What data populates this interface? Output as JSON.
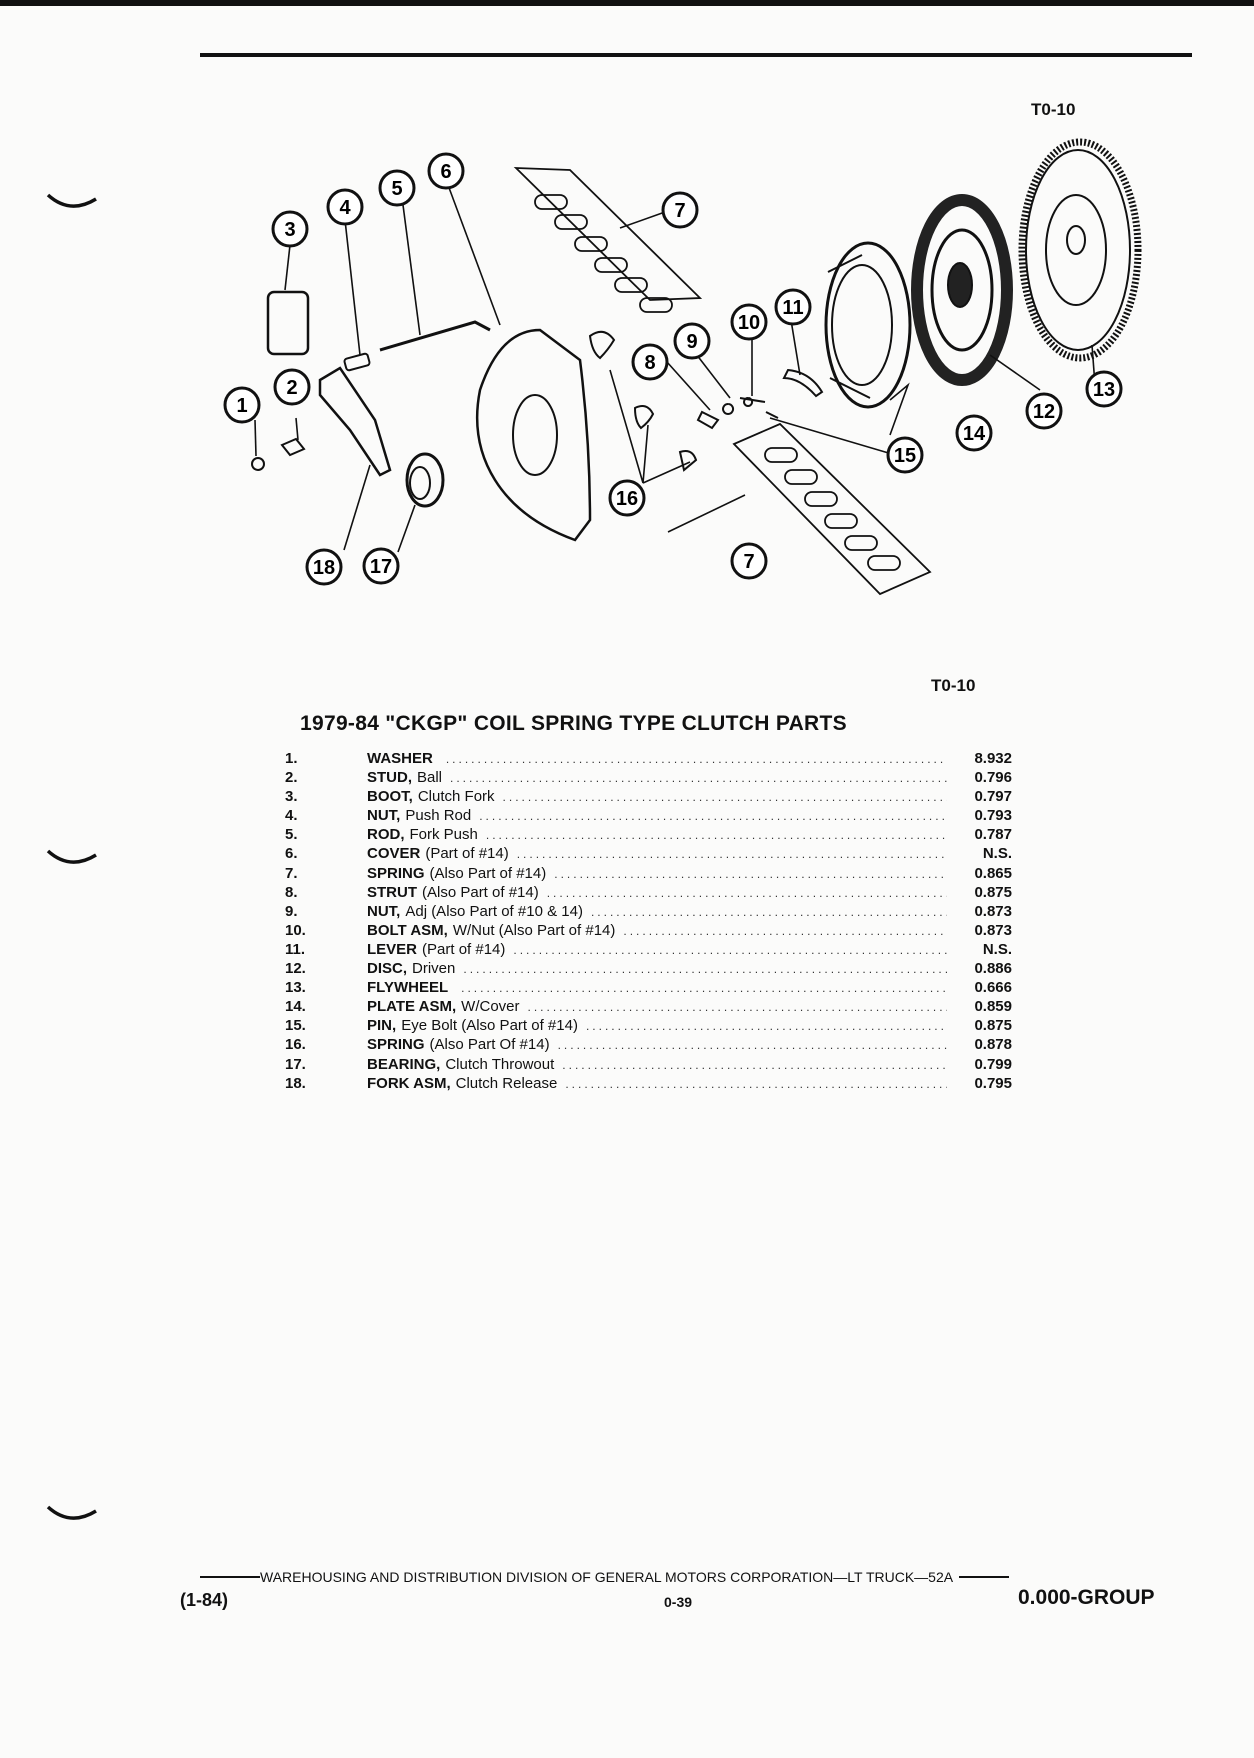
{
  "figure_code": "T0-10",
  "title": "1979-84 \"CKGP\" COIL SPRING TYPE CLUTCH PARTS",
  "callouts": [
    "1",
    "2",
    "3",
    "4",
    "5",
    "6",
    "7",
    "8",
    "9",
    "10",
    "11",
    "12",
    "13",
    "14",
    "15",
    "16",
    "17",
    "18"
  ],
  "parts": [
    {
      "num": "1.",
      "name": "WASHER",
      "desc": "",
      "code": "8.932"
    },
    {
      "num": "2.",
      "name": "STUD,",
      "desc": "Ball",
      "code": "0.796"
    },
    {
      "num": "3.",
      "name": "BOOT,",
      "desc": "Clutch Fork",
      "code": "0.797"
    },
    {
      "num": "4.",
      "name": "NUT,",
      "desc": "Push Rod",
      "code": "0.793"
    },
    {
      "num": "5.",
      "name": "ROD,",
      "desc": "Fork Push",
      "code": "0.787"
    },
    {
      "num": "6.",
      "name": "COVER",
      "desc": "(Part of #14)",
      "code": "N.S."
    },
    {
      "num": "7.",
      "name": "SPRING",
      "desc": "(Also Part of #14)",
      "code": "0.865"
    },
    {
      "num": "8.",
      "name": "STRUT",
      "desc": "(Also Part of #14)",
      "code": "0.875"
    },
    {
      "num": "9.",
      "name": "NUT,",
      "desc": "Adj (Also Part of #10 & 14)",
      "code": "0.873"
    },
    {
      "num": "10.",
      "name": "BOLT ASM,",
      "desc": "W/Nut (Also Part of #14)",
      "code": "0.873"
    },
    {
      "num": "11.",
      "name": "LEVER",
      "desc": "(Part of #14)",
      "code": "N.S."
    },
    {
      "num": "12.",
      "name": "DISC,",
      "desc": "Driven",
      "code": "0.886"
    },
    {
      "num": "13.",
      "name": "FLYWHEEL",
      "desc": "",
      "code": "0.666"
    },
    {
      "num": "14.",
      "name": "PLATE ASM,",
      "desc": "W/Cover",
      "code": "0.859"
    },
    {
      "num": "15.",
      "name": "PIN,",
      "desc": "Eye Bolt (Also Part of #14)",
      "code": "0.875"
    },
    {
      "num": "16.",
      "name": "SPRING",
      "desc": "(Also Part Of #14)",
      "code": "0.878"
    },
    {
      "num": "17.",
      "name": "BEARING,",
      "desc": "Clutch Throwout",
      "code": "0.799"
    },
    {
      "num": "18.",
      "name": "FORK ASM,",
      "desc": "Clutch Release",
      "code": "0.795"
    }
  ],
  "footer": {
    "division": "WAREHOUSING AND DISTRIBUTION  DIVISION OF GENERAL MOTORS CORPORATION—LT TRUCK—52A",
    "revision": "(1-84)",
    "page": "0-39",
    "group": "0.000-GROUP"
  }
}
